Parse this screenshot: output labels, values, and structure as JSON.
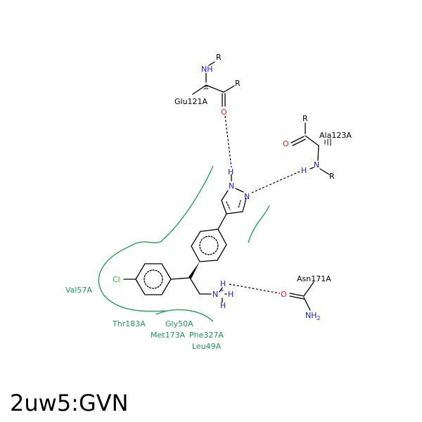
{
  "title": "2uw5:GVN",
  "colors": {
    "carbon": "#000000",
    "nitrogen": "#1a1aff",
    "oxygen": "#ff1a1a",
    "chlorine": "#1fcc1f",
    "hydrophobic": "#2aa060"
  },
  "residues_hbond": {
    "glu121a": "Glu121A",
    "ala123a": "Ala123A",
    "asn171a": "Asn171A"
  },
  "residues_hydrophobic": {
    "val57a": "Val57A",
    "thr183a": "Thr183A",
    "gly50a": "Gly50A",
    "met173a": "Met173A",
    "phe327a": "Phe327A",
    "leu49a": "Leu49A"
  },
  "atoms": {
    "r": "R",
    "nh": "NH",
    "n": "N",
    "h": "H",
    "o": "O",
    "cl": "Cl",
    "nh2": "NH",
    "nh2_sub": "2",
    "nplus": "N",
    "plus": "+"
  }
}
